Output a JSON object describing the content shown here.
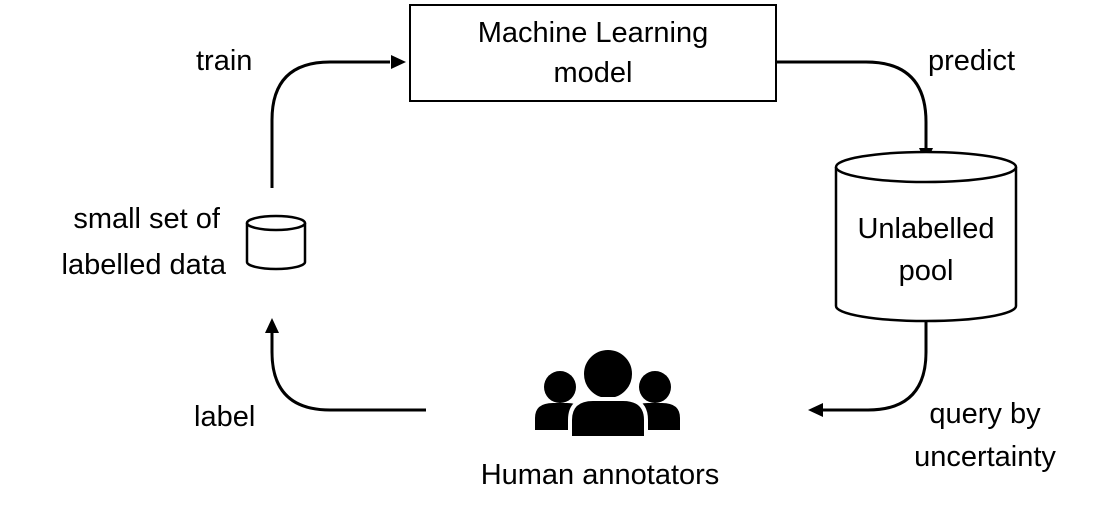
{
  "diagram": {
    "model": {
      "line1": "Machine Learning",
      "line2": "model"
    },
    "pool": {
      "line1": "Unlabelled",
      "line2": "pool"
    },
    "labelled_data": {
      "line1": "small set of",
      "line2": "labelled data"
    },
    "annotators": {
      "label": "Human annotators"
    },
    "edges": {
      "train": "train",
      "predict": "predict",
      "query_line1": "query by",
      "query_line2": "uncertainty",
      "label": "label"
    }
  },
  "icons": {
    "labelled_data": "database-icon",
    "pool": "database-icon",
    "annotators": "people-group-icon"
  },
  "colors": {
    "stroke": "#000000",
    "background": "#ffffff"
  }
}
